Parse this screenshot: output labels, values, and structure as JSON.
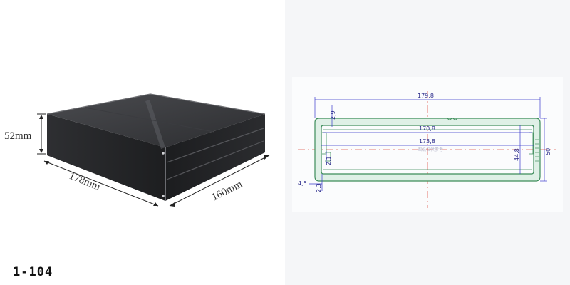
{
  "product_photo": {
    "height_label": "52mm",
    "length_label": "178mm",
    "width_label": "160mm"
  },
  "model_code": "1-104",
  "cad_drawing": {
    "dims": {
      "overall_width": "179,8",
      "top_lip": "2,9",
      "inner_upper_width": "170,8",
      "inner_lower_width": "173,8",
      "inner_height": "44,8",
      "overall_height": "50",
      "slot_height": "2,1",
      "bottom_lip": "2,3",
      "side_offset": "4,5"
    },
    "watermark": "图纸仅供参考"
  },
  "colors": {
    "profile_fill": "#dff0e6",
    "profile_stroke": "#3c8c5a",
    "dim_line": "#3a3acb",
    "center_line": "#e0554b",
    "enclosure_dark": "#2a2b2e"
  }
}
